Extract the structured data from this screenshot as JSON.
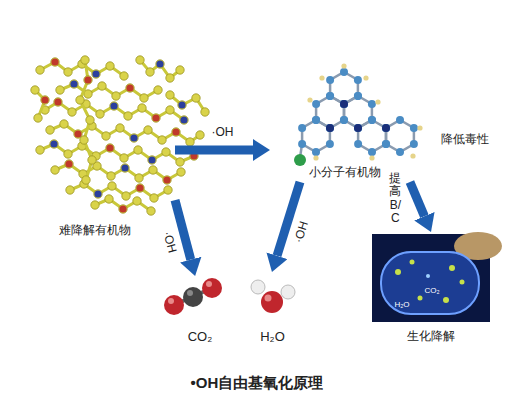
{
  "diagram": {
    "title": "•OH自由基氧化原理",
    "nodes": [
      {
        "text": [
          "难降解有机物"
        ]
      },
      {
        "text": [
          "小分子有机物"
        ]
      },
      {
        "text": [
          "CO₂"
        ]
      },
      {
        "text": [
          "H₂O"
        ]
      },
      {
        "text": [
          "生化降解"
        ]
      }
    ],
    "edges": [
      {
        "from": 0,
        "to": 1,
        "label": "·OH",
        "arrow": "to"
      },
      {
        "from": 0,
        "to": 2,
        "label": "·OH",
        "arrow": "to"
      },
      {
        "from": 1,
        "to": 3,
        "label": "·OH",
        "arrow": "to"
      },
      {
        "from": 1,
        "to": 4,
        "label": "提高B/C",
        "arrow": "to"
      }
    ],
    "labels": [
      "降低毒性",
      "CO₂",
      "H₂O"
    ]
  }
}
